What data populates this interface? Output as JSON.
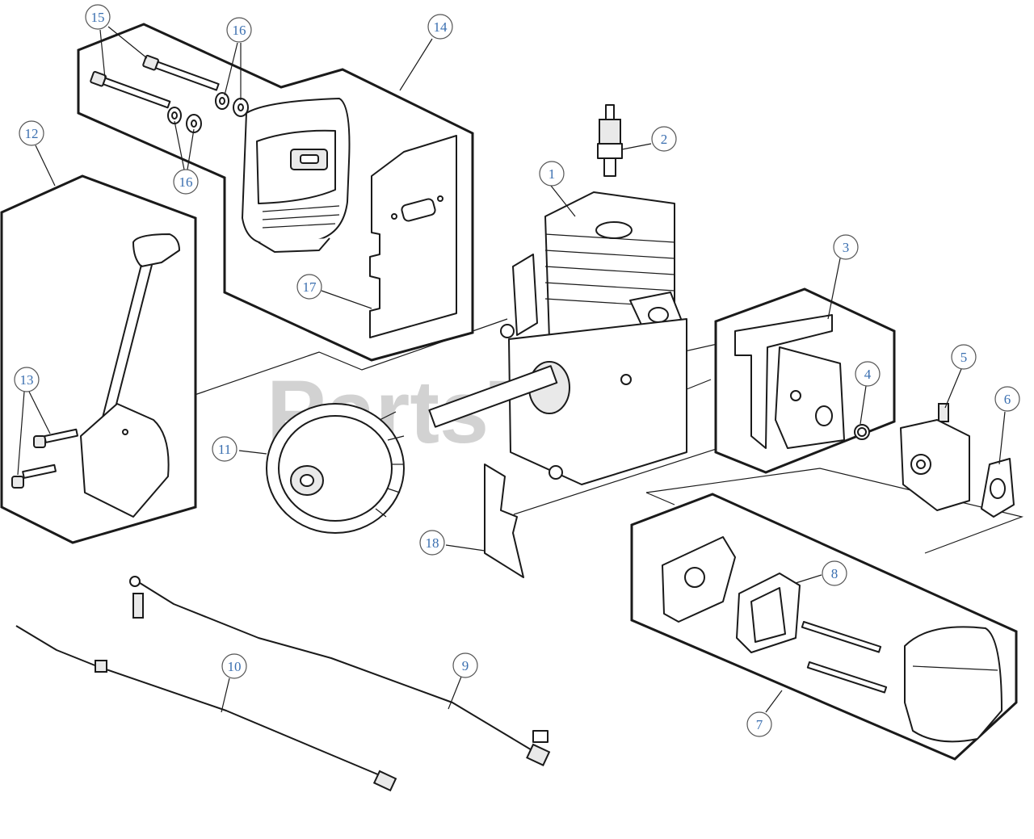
{
  "watermark": {
    "text": "PartsTree",
    "trademark": "™"
  },
  "callouts": [
    {
      "id": "1",
      "label": "1"
    },
    {
      "id": "2",
      "label": "2"
    },
    {
      "id": "3",
      "label": "3"
    },
    {
      "id": "4",
      "label": "4"
    },
    {
      "id": "5",
      "label": "5"
    },
    {
      "id": "6",
      "label": "6"
    },
    {
      "id": "7",
      "label": "7"
    },
    {
      "id": "8",
      "label": "8"
    },
    {
      "id": "9",
      "label": "9"
    },
    {
      "id": "10",
      "label": "10"
    },
    {
      "id": "11",
      "label": "11"
    },
    {
      "id": "12",
      "label": "12"
    },
    {
      "id": "13",
      "label": "13"
    },
    {
      "id": "14",
      "label": "14"
    },
    {
      "id": "15",
      "label": "15"
    },
    {
      "id": "16a",
      "label": "16"
    },
    {
      "id": "16b",
      "label": "16"
    },
    {
      "id": "17",
      "label": "17"
    },
    {
      "id": "18",
      "label": "18"
    }
  ],
  "colors": {
    "callout_text": "#3a6fb0",
    "line": "#1a1a1a",
    "watermark": "#d2d2d2"
  }
}
